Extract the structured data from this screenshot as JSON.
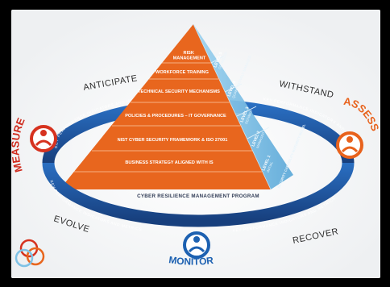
{
  "pyramid": {
    "tiers": [
      "RISK\nMANAGEMENT",
      "WORKFORCE TRAINING",
      "TECHNICAL SECURITY MECHANISMS",
      "POLICIES & PROCEDURES – IT GOVERNANCE",
      "NIST CYBER SECURITY FRAMEWORK & ISO 27001",
      "BUSINESS STRATEGY ALIGNED WITH IS"
    ],
    "levels": [
      {
        "label": "LEVEL 5",
        "sub": "OPTIMIZED"
      },
      {
        "label": "LEVEL 4",
        "sub": "QUANTITATIVELY MANAGED"
      },
      {
        "label": "LEVEL 3",
        "sub": "DEFINED"
      },
      {
        "label": "LEVEL 2",
        "sub": "MANAGED"
      },
      {
        "label": "LEVEL 1",
        "sub": "INITIAL"
      }
    ],
    "side_caption": "SECURITY CAPABILITY MATURITY MODEL"
  },
  "phases": {
    "anticipate": "ANTICIPATE",
    "withstand": "WITHSTAND",
    "evolve": "EVOLVE",
    "recover": "RECOVER"
  },
  "ring": {
    "kpi_text": "KEY PERFORMANCE INDICATORS AND METRICS",
    "program": "CYBER RESILIENCE MANAGEMENT PROGRAM"
  },
  "nodes": {
    "measure": "MEASURE",
    "assess": "ASSESS",
    "monitor": "MONITOR"
  },
  "colors": {
    "orange": "#e8661e",
    "blue": "#1f5aa8",
    "red": "#d6321f",
    "light_blue": "#7fc2e6"
  }
}
